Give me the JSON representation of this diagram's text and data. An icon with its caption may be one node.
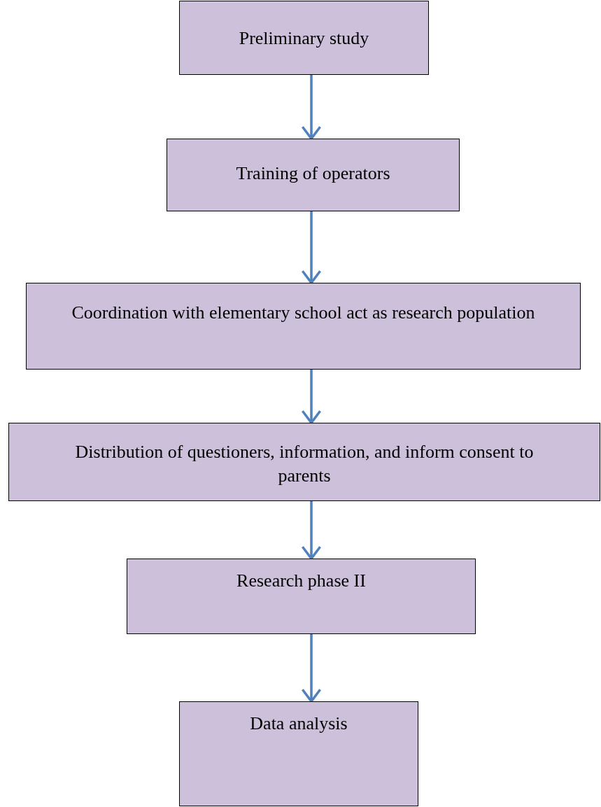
{
  "diagram": {
    "nodes": [
      {
        "text": [
          "Preliminary study"
        ]
      },
      {
        "text": [
          "Training of operators"
        ]
      },
      {
        "text": [
          "Coordination with elementary school act as research population"
        ]
      },
      {
        "text": [
          "Distribution of questioners, information, and inform consent to parents"
        ]
      },
      {
        "text": [
          "Research phase II"
        ]
      },
      {
        "text": [
          "Data analysis"
        ]
      }
    ],
    "edges": [
      {
        "from": 0,
        "to": 1,
        "arrow": "to"
      },
      {
        "from": 1,
        "to": 2,
        "arrow": "to"
      },
      {
        "from": 2,
        "to": 3,
        "arrow": "to"
      },
      {
        "from": 3,
        "to": 4,
        "arrow": "to"
      },
      {
        "from": 4,
        "to": 5,
        "arrow": "to"
      }
    ]
  }
}
